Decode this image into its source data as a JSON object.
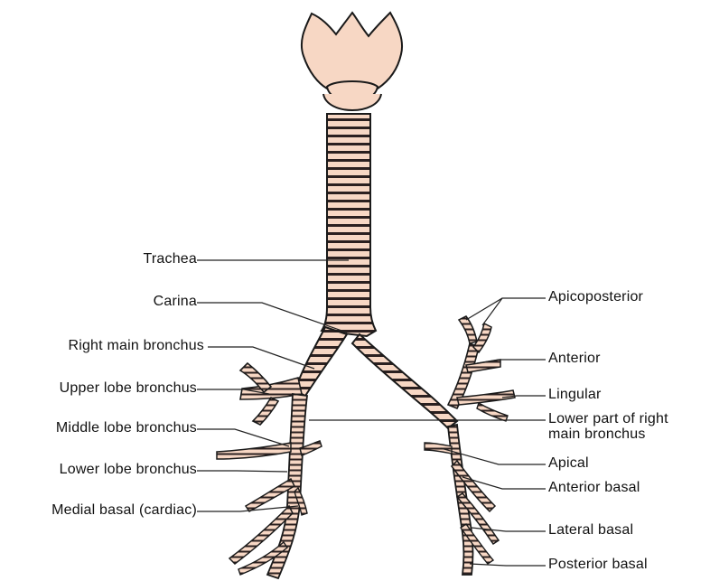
{
  "colors": {
    "tissue": "#f7d7c4",
    "outline": "#1a1a1a",
    "ring": "#2b2020",
    "leader": "#222222",
    "background": "#ffffff"
  },
  "labels": {
    "left": [
      {
        "key": "trachea",
        "text": "Trachea"
      },
      {
        "key": "carina",
        "text": "Carina"
      },
      {
        "key": "right_main_bronchus",
        "text": "Right main bronchus"
      },
      {
        "key": "upper_lobe_bronchus",
        "text": "Upper lobe bronchus"
      },
      {
        "key": "middle_lobe_bronchus",
        "text": "Middle lobe bronchus"
      },
      {
        "key": "lower_lobe_bronchus",
        "text": "Lower lobe bronchus"
      },
      {
        "key": "medial_basal",
        "text": "Medial basal (cardiac)"
      }
    ],
    "right": [
      {
        "key": "apicoposterior",
        "text": "Apicoposterior"
      },
      {
        "key": "anterior",
        "text": "Anterior"
      },
      {
        "key": "lingular",
        "text": "Lingular"
      },
      {
        "key": "lower_part_right_main_bronchus",
        "text": "Lower part of right\nmain bronchus"
      },
      {
        "key": "apical",
        "text": "Apical"
      },
      {
        "key": "anterior_basal",
        "text": "Anterior basal"
      },
      {
        "key": "lateral_basal",
        "text": "Lateral basal"
      },
      {
        "key": "posterior_basal",
        "text": "Posterior basal"
      }
    ]
  }
}
